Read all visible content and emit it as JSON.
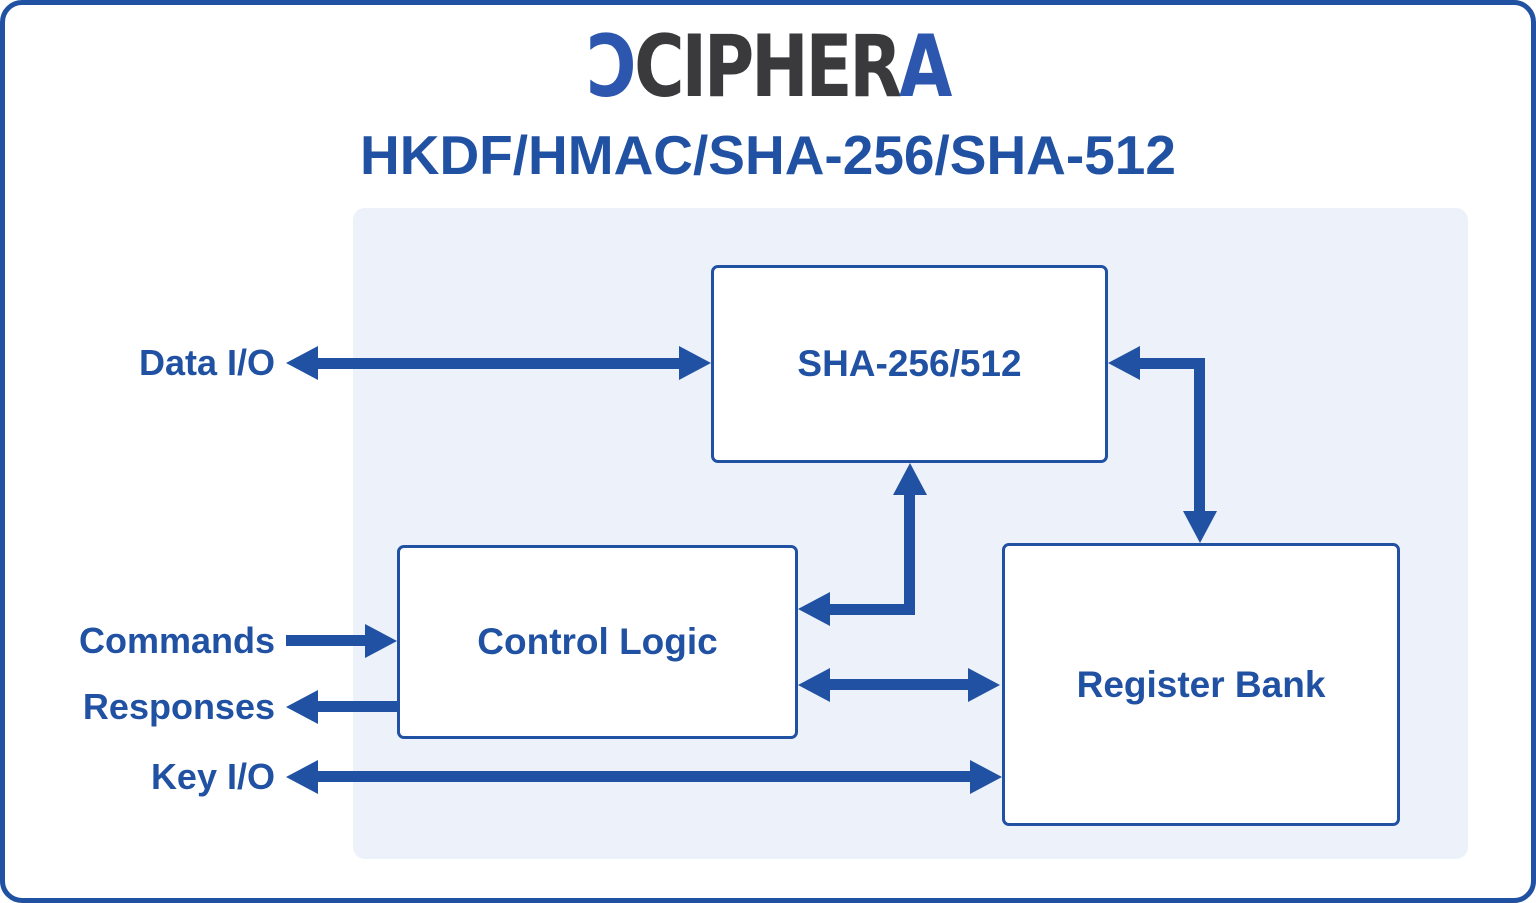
{
  "logo": {
    "reads_as": "XIPHERA",
    "glyph_open_o": "Ɔ",
    "letters_dark": "CIPHER",
    "letter_a": "A"
  },
  "title": "HKDF/HMAC/SHA-256/SHA-512",
  "colors": {
    "primary_blue": "#2051a2",
    "logo_blue": "#2d57ae",
    "logo_dark": "#3a3a3c",
    "panel_bg": "#ecf1fa",
    "box_bg": "#ffffff",
    "page_bg": "#ffffff"
  },
  "blocks": [
    {
      "id": "sha",
      "label": "SHA-256/512"
    },
    {
      "id": "control-logic",
      "label": "Control Logic"
    },
    {
      "id": "register-bank",
      "label": "Register Bank"
    }
  ],
  "io_labels": [
    {
      "id": "data-io",
      "label": "Data I/O"
    },
    {
      "id": "commands",
      "label": "Commands"
    },
    {
      "id": "responses",
      "label": "Responses"
    },
    {
      "id": "key-io",
      "label": "Key I/O"
    }
  ],
  "connections": [
    {
      "from": "Data I/O",
      "to": "SHA-256/512",
      "direction": "bidirectional",
      "shape": "straight"
    },
    {
      "from": "Commands",
      "to": "Control Logic",
      "direction": "into-block",
      "shape": "straight"
    },
    {
      "from": "Control Logic",
      "to": "Responses",
      "direction": "out-of-block",
      "shape": "straight"
    },
    {
      "from": "Key I/O",
      "to": "Register Bank",
      "direction": "bidirectional",
      "shape": "straight"
    },
    {
      "from": "Control Logic",
      "to": "SHA-256/512",
      "direction": "bidirectional",
      "shape": "elbow"
    },
    {
      "from": "SHA-256/512",
      "to": "Register Bank",
      "direction": "bidirectional",
      "shape": "elbow"
    },
    {
      "from": "Control Logic",
      "to": "Register Bank",
      "direction": "bidirectional",
      "shape": "straight"
    }
  ]
}
